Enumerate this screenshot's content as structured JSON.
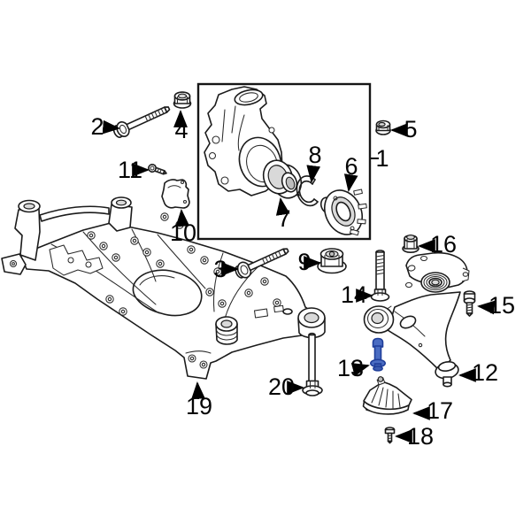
{
  "diagram": {
    "type": "exploded-parts-diagram",
    "background_color": "#ffffff",
    "line_color": "#1b1b1b",
    "highlight_fill_color": "#4a6cc2",
    "highlight_stroke_color": "#1e3d99",
    "highlighted_callout": "13",
    "callout_count": 20,
    "callouts": [
      {
        "label": "1"
      },
      {
        "label": "2"
      },
      {
        "label": "3"
      },
      {
        "label": "4"
      },
      {
        "label": "5"
      },
      {
        "label": "6"
      },
      {
        "label": "7"
      },
      {
        "label": "8"
      },
      {
        "label": "9"
      },
      {
        "label": "10"
      },
      {
        "label": "11"
      },
      {
        "label": "12"
      },
      {
        "label": "13",
        "highlighted": true
      },
      {
        "label": "14"
      },
      {
        "label": "15"
      },
      {
        "label": "16"
      },
      {
        "label": "17"
      },
      {
        "label": "18"
      },
      {
        "label": "19"
      },
      {
        "label": "20"
      }
    ]
  }
}
